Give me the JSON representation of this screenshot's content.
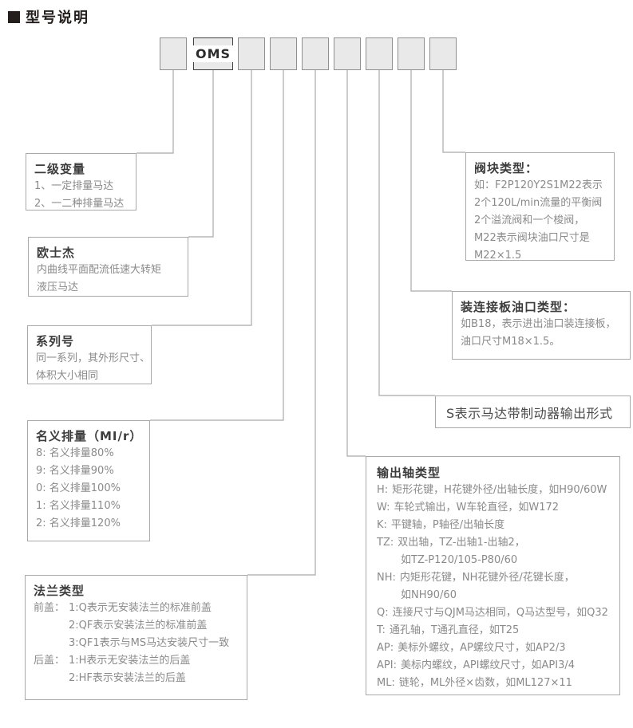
{
  "page_title": "型号说明",
  "code_boxes": [
    "",
    "OMS",
    "",
    "",
    "",
    "",
    "",
    "",
    ""
  ],
  "callouts": {
    "secondary_variable": {
      "title": "二级变量",
      "lines": [
        "1、一定排量马达",
        "2、一二种排量马达"
      ]
    },
    "brand": {
      "title": "欧士杰",
      "lines": [
        "内曲线平面配流低速大转矩",
        "液压马达"
      ]
    },
    "series": {
      "title": "系列号",
      "lines": [
        "同一系列，其外形尺寸、",
        "体积大小相同"
      ]
    },
    "displacement": {
      "title": "名义排量（MI/r）",
      "lines": [
        "8: 名义排量80%",
        "9: 名义排量90%",
        "0: 名义排量100%",
        "1: 名义排量110%",
        "2: 名义排量120%"
      ]
    },
    "flange": {
      "title": "法兰类型",
      "lines": [
        {
          "label": "前盖：",
          "text": "1:Q表示无安装法兰的标准前盖"
        },
        {
          "label": "",
          "text": "2:QF表示安装法兰的标准前盖"
        },
        {
          "label": "",
          "text": "3:QF1表示与MS马达安装尺寸一致"
        },
        {
          "label": "后盖：",
          "text": "1:H表示无安装法兰的后盖"
        },
        {
          "label": "",
          "text": "2:HF表示安装法兰的后盖"
        }
      ]
    },
    "valve_block": {
      "title": "阀块类型：",
      "lines": [
        "如：F2P120Y2S1M22表示",
        "2个120L/min流量的平衡阀",
        "2个溢流阀和一个梭阀，",
        "M22表示阀块油口尺寸是",
        "M22×1.5"
      ]
    },
    "port_plate": {
      "title": "装连接板油口类型：",
      "lines": [
        "如B18，表示进出油口装连接板，",
        "油口尺寸M18×1.5。"
      ]
    },
    "brake": {
      "text": "S表示马达带制动器输出形式"
    },
    "output_shaft": {
      "title": "输出轴类型",
      "lines": [
        {
          "key": "H:",
          "text": "矩形花键，H花键外径/出轴长度，如H90/60W"
        },
        {
          "key": "W:",
          "text": "车轮式输出，W车轮直径，如W172"
        },
        {
          "key": "K:",
          "text": "平键轴，P轴径/出轴长度"
        },
        {
          "key": "TZ:",
          "text": "双出轴，TZ-出轴1-出轴2，"
        },
        {
          "key": "",
          "text": "如TZ-P120/105-P80/60"
        },
        {
          "key": "NH:",
          "text": "内矩形花键，NH花键外径/花键长度，"
        },
        {
          "key": "",
          "text": "如NH90/60"
        },
        {
          "key": "Q:",
          "text": "连接尺寸与QJM马达相同，Q马达型号，如Q32"
        },
        {
          "key": "T:",
          "text": "通孔轴，T通孔直径，如T25"
        },
        {
          "key": "AP:",
          "text": "美标外螺纹，AP螺纹尺寸，如AP2/3"
        },
        {
          "key": "API:",
          "text": "美标内螺纹，API螺纹尺寸，如API3/4"
        },
        {
          "key": "ML:",
          "text": "链轮，ML外径×齿数，如ML127×11"
        }
      ]
    }
  },
  "colors": {
    "code_box_fill": "#e9e9e9",
    "code_box_border": "#8f8f8f",
    "oms_box_border": "#3f3f3f",
    "callout_border": "#a9a9a9",
    "heading_text": "#3c3c3c",
    "body_text": "#8a8a8a",
    "connector_line": "#a9a9a9",
    "title_text": "#241f1c"
  }
}
